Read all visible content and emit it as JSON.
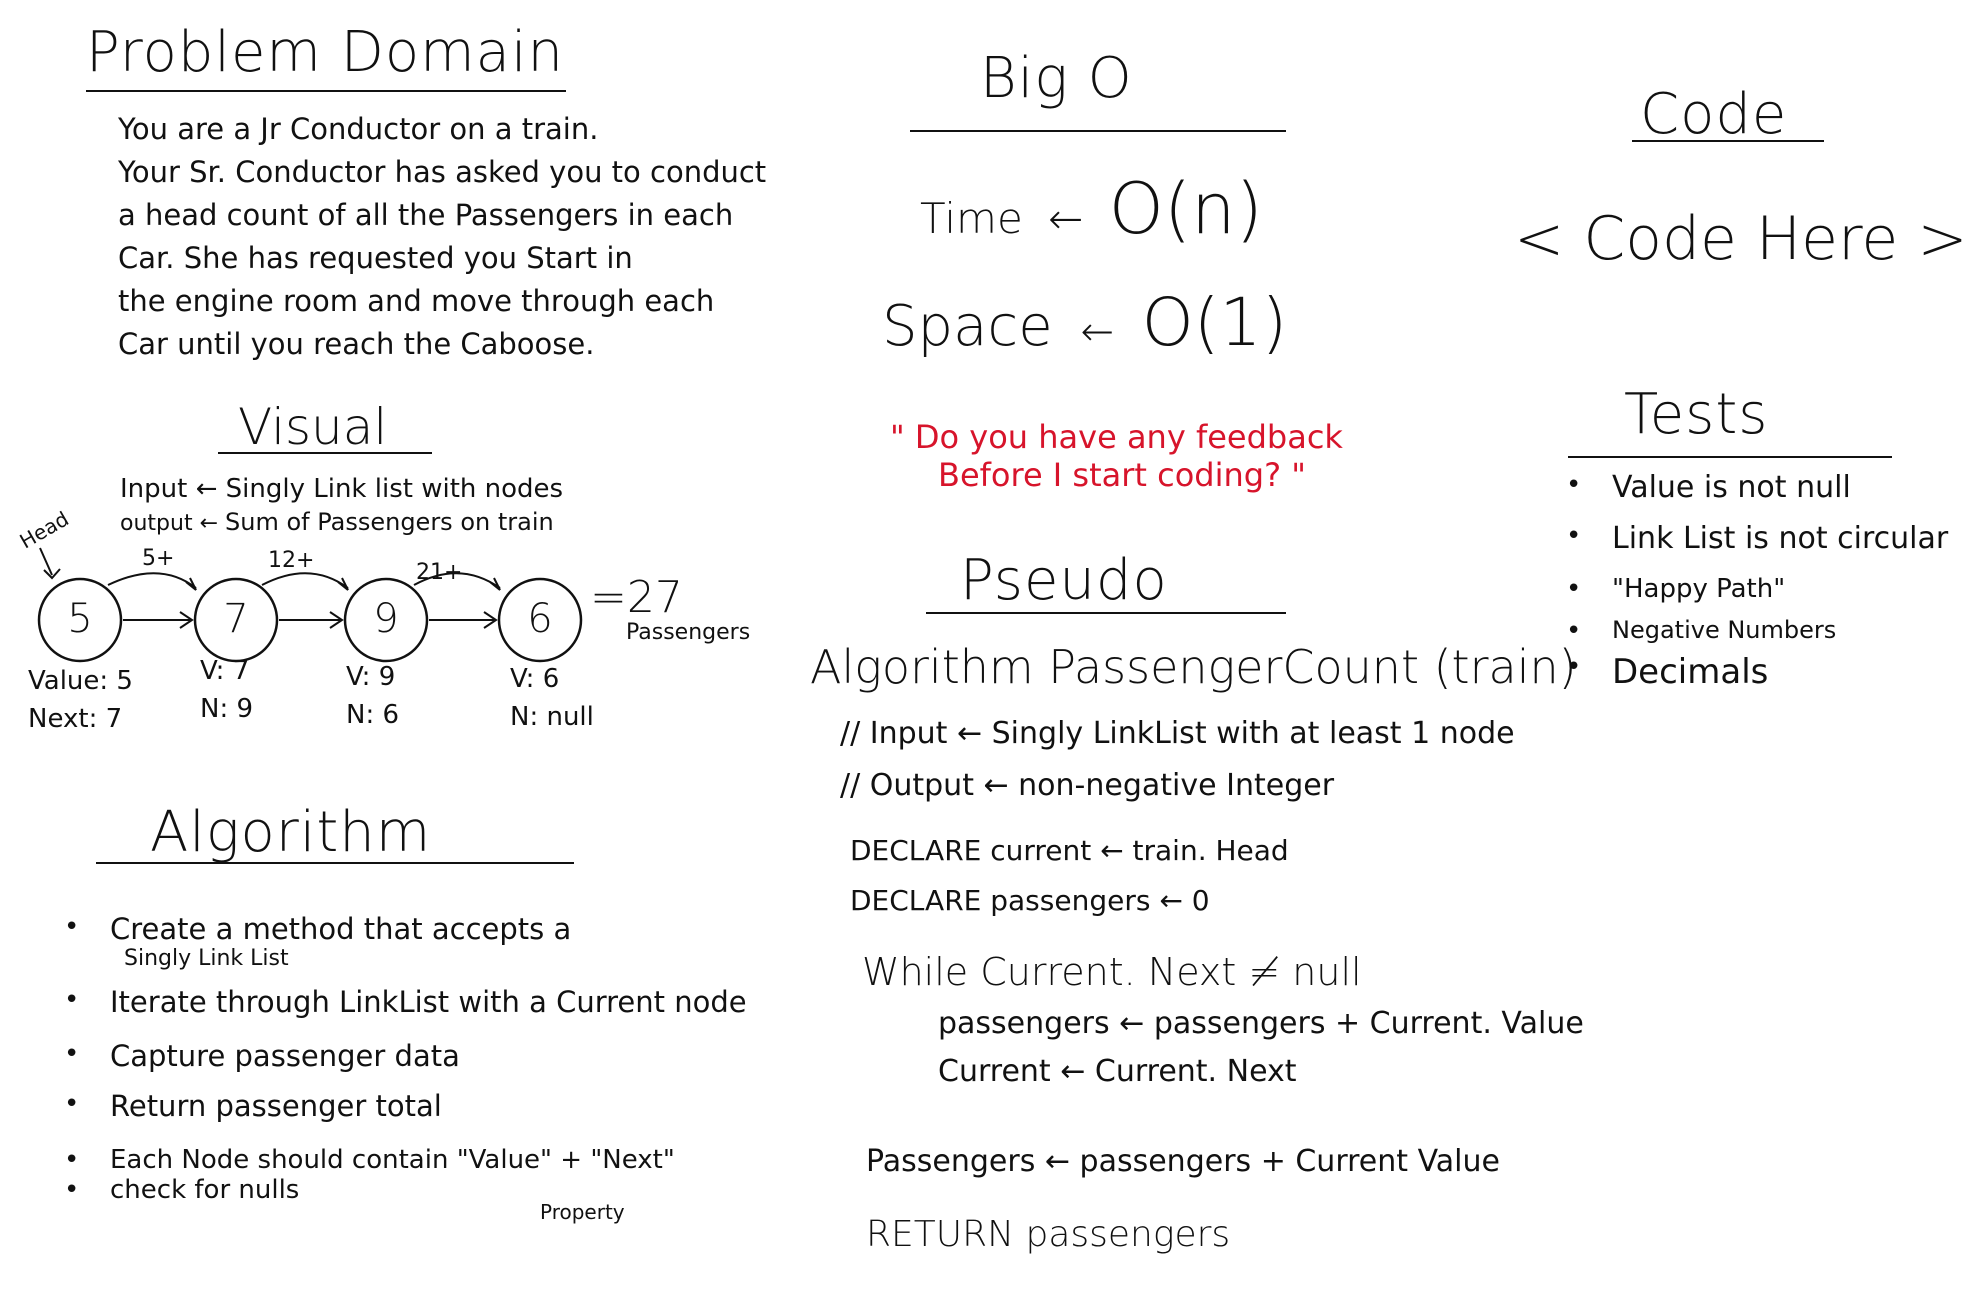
{
  "problem_domain": {
    "title": "Problem Domain",
    "lines": [
      "You are a Jr Conductor on a train.",
      "Your Sr. Conductor has asked you to conduct",
      "a head count of all the Passengers in each",
      "Car. She has requested you Start in",
      "the engine room and move through each",
      "Car until you reach the Caboose."
    ]
  },
  "visual": {
    "title": "Visual",
    "input_label": "Input",
    "input_desc": "Singly Link list with nodes",
    "output_label": "output",
    "output_desc": "Sum of Passengers on train",
    "head_label": "Head",
    "nodes": [
      {
        "value": "5",
        "cap1": "Value: 5",
        "cap2": "Next: 7"
      },
      {
        "value": "7",
        "cap1": "V: 7",
        "cap2": "N: 9"
      },
      {
        "value": "9",
        "cap1": "V: 9",
        "cap2": "N: 6"
      },
      {
        "value": "6",
        "cap1": "V: 6",
        "cap2": "N: null"
      }
    ],
    "running_sums": [
      "5+",
      "12+",
      "21+"
    ],
    "total": "=27",
    "total_unit": "Passengers"
  },
  "algorithm": {
    "title": "Algorithm",
    "bullets": [
      "Create a method that accepts a",
      "Iterate through LinkList with a Current node",
      "Capture passenger data",
      "Return passenger total",
      "Each Node should contain \"Value\" + \"Next\"",
      "check for nulls"
    ],
    "bullet1_sub": "Singly Link List",
    "property_note": "Property"
  },
  "big_o": {
    "title": "Big O",
    "time_label": "Time",
    "time_value": "O(n)",
    "space_label": "Space",
    "space_value": "O(1)",
    "arrow": "←"
  },
  "feedback": {
    "line1": "\" Do you have any feedback",
    "line2": "Before I start coding? \""
  },
  "pseudo": {
    "title": "Pseudo",
    "signature": "Algorithm PassengerCount (train)",
    "input_line": "// Input ← Singly LinkList with at least 1 node",
    "output_line": "// Output ← non-negative Integer",
    "declare_current": "DECLARE current ← train. Head",
    "declare_passengers": "DECLARE passengers ← 0",
    "while_line": "While Current. Next ≠ null",
    "body1": "passengers ← passengers + Current. Value",
    "body2": "Current ← Current. Next",
    "after1": "Passengers ← passengers + Current Value",
    "return_line": "RETURN passengers"
  },
  "code": {
    "title": "Code",
    "placeholder": "< Code Here >"
  },
  "tests": {
    "title": "Tests",
    "items": [
      "Value is not null",
      "Link List is not circular",
      "\"Happy Path\"",
      "Negative Numbers",
      "Decimals"
    ]
  }
}
